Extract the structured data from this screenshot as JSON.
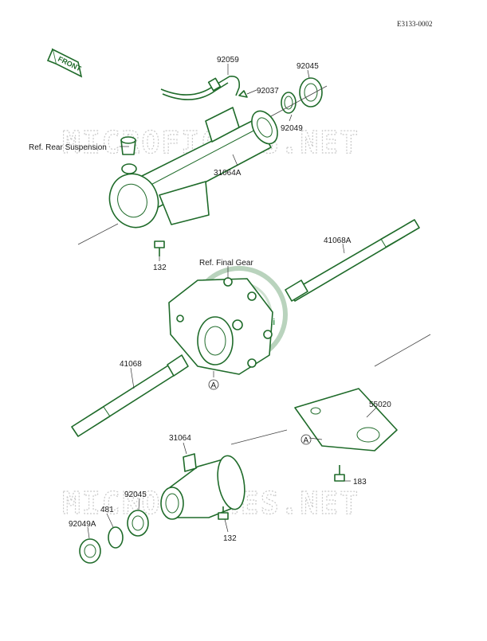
{
  "diagram": {
    "doc_code": "E3133-0002",
    "front_badge": "FRONT",
    "watermark_text": "MICROFICHES.NET",
    "circle_mark_text": "ki",
    "ref_rear_suspension": "Ref. Rear Suspension",
    "ref_final_gear": "Ref. Final Gear",
    "ref_marker": "A",
    "parts": {
      "p92059": "92059",
      "p92045_top": "92045",
      "p92037": "92037",
      "p92049": "92049",
      "p31064A": "31064A",
      "p132_top": "132",
      "p41068A": "41068A",
      "p41068": "41068",
      "p55020": "55020",
      "p183": "183",
      "p31064": "31064",
      "p92045_bottom": "92045",
      "p481": "481",
      "p92049A": "92049A",
      "p132_bottom": "132"
    },
    "colors": {
      "part_line": "#1f6b2a",
      "label": "#1a1a1a",
      "watermark": "#c9c9c9"
    }
  }
}
